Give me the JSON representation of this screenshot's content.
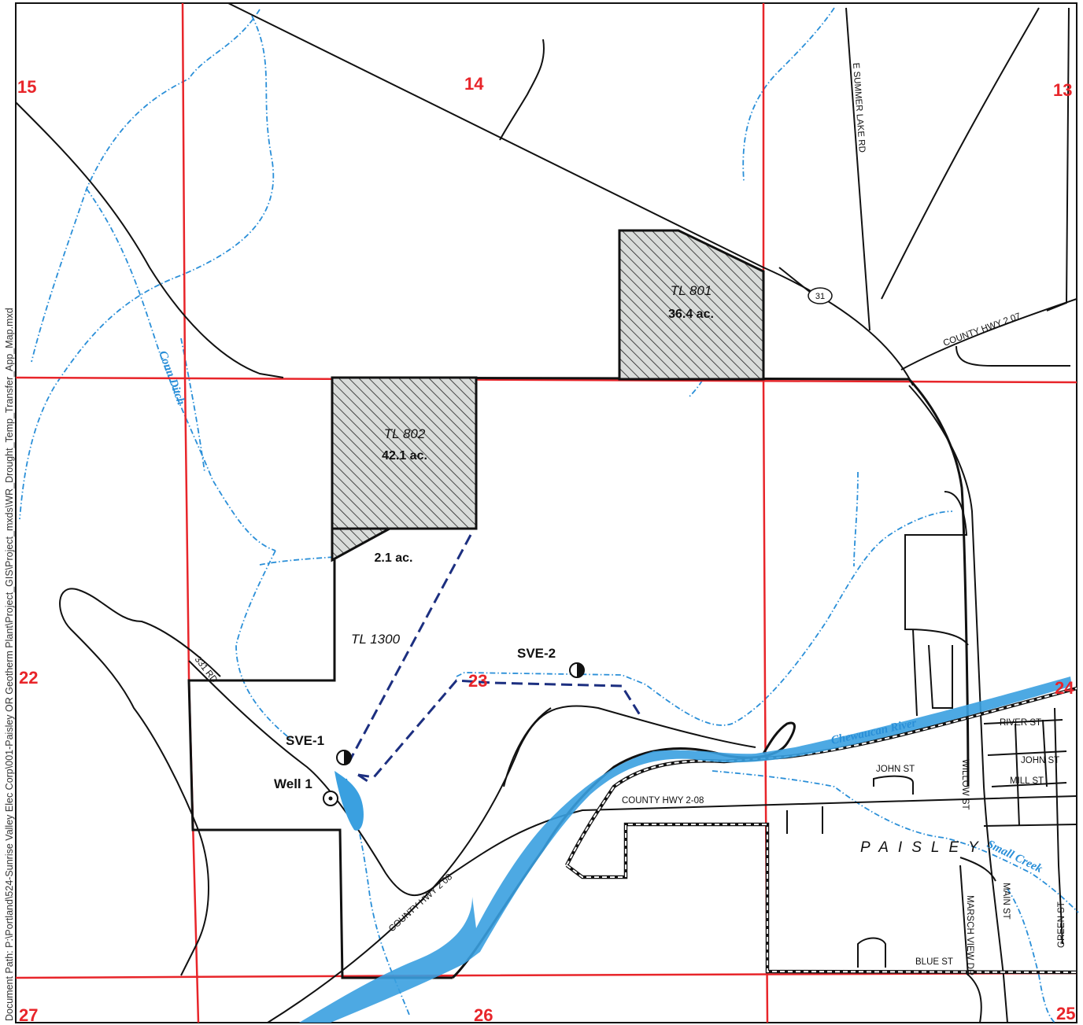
{
  "document_path": "Document Path: P:\\Portland\\524-Sunrise Valley Elec Corp\\001-Paisley OR Geotherm Plant\\Project_GIS\\Project_mxds\\WR_Drought_Temp_Transfer_App_Map.mxd",
  "sections": [
    "15",
    "14",
    "13",
    "22",
    "23",
    "24",
    "27",
    "26",
    "25"
  ],
  "parcels": {
    "tl801": {
      "name": "TL 801",
      "area": "36.4 ac."
    },
    "tl802": {
      "name": "TL 802",
      "area": "42.1 ac."
    },
    "small": {
      "area": "2.1 ac."
    },
    "tl1300": {
      "name": "TL 1300"
    }
  },
  "wells": {
    "sve1": "SVE-1",
    "sve2": "SVE-2",
    "well1": "Well 1"
  },
  "roads": {
    "summer_lake": "E SUMMER LAKE RD",
    "hwy31": "31",
    "county_207": "COUNTY HWY 2 07",
    "rd331": "331 RD",
    "county_208_a": "COUNTY HWY 2-08",
    "county_208_b": "COUNTY HWY 2 08",
    "river_st": "RIVER ST",
    "john_st_a": "JOHN ST",
    "john_st_b": "JOHN ST",
    "mill_st": "MILL ST",
    "willow_st": "WILLOW ST",
    "main_st": "MAIN ST",
    "marsch_view": "MARSCH VIEW DR",
    "green_st": "GREEN ST",
    "blue_st": "BLUE ST"
  },
  "water": {
    "conn_ditch": "Conn Ditch",
    "chewaucan": "Chewaucan River",
    "small_creek": "Small Creek"
  },
  "town": "PAISLEY",
  "colors": {
    "section_line": "#e8252a",
    "water": "#2a8fd8",
    "pipeline": "#1c2f80",
    "parcel_fill": "#d9dcda"
  }
}
